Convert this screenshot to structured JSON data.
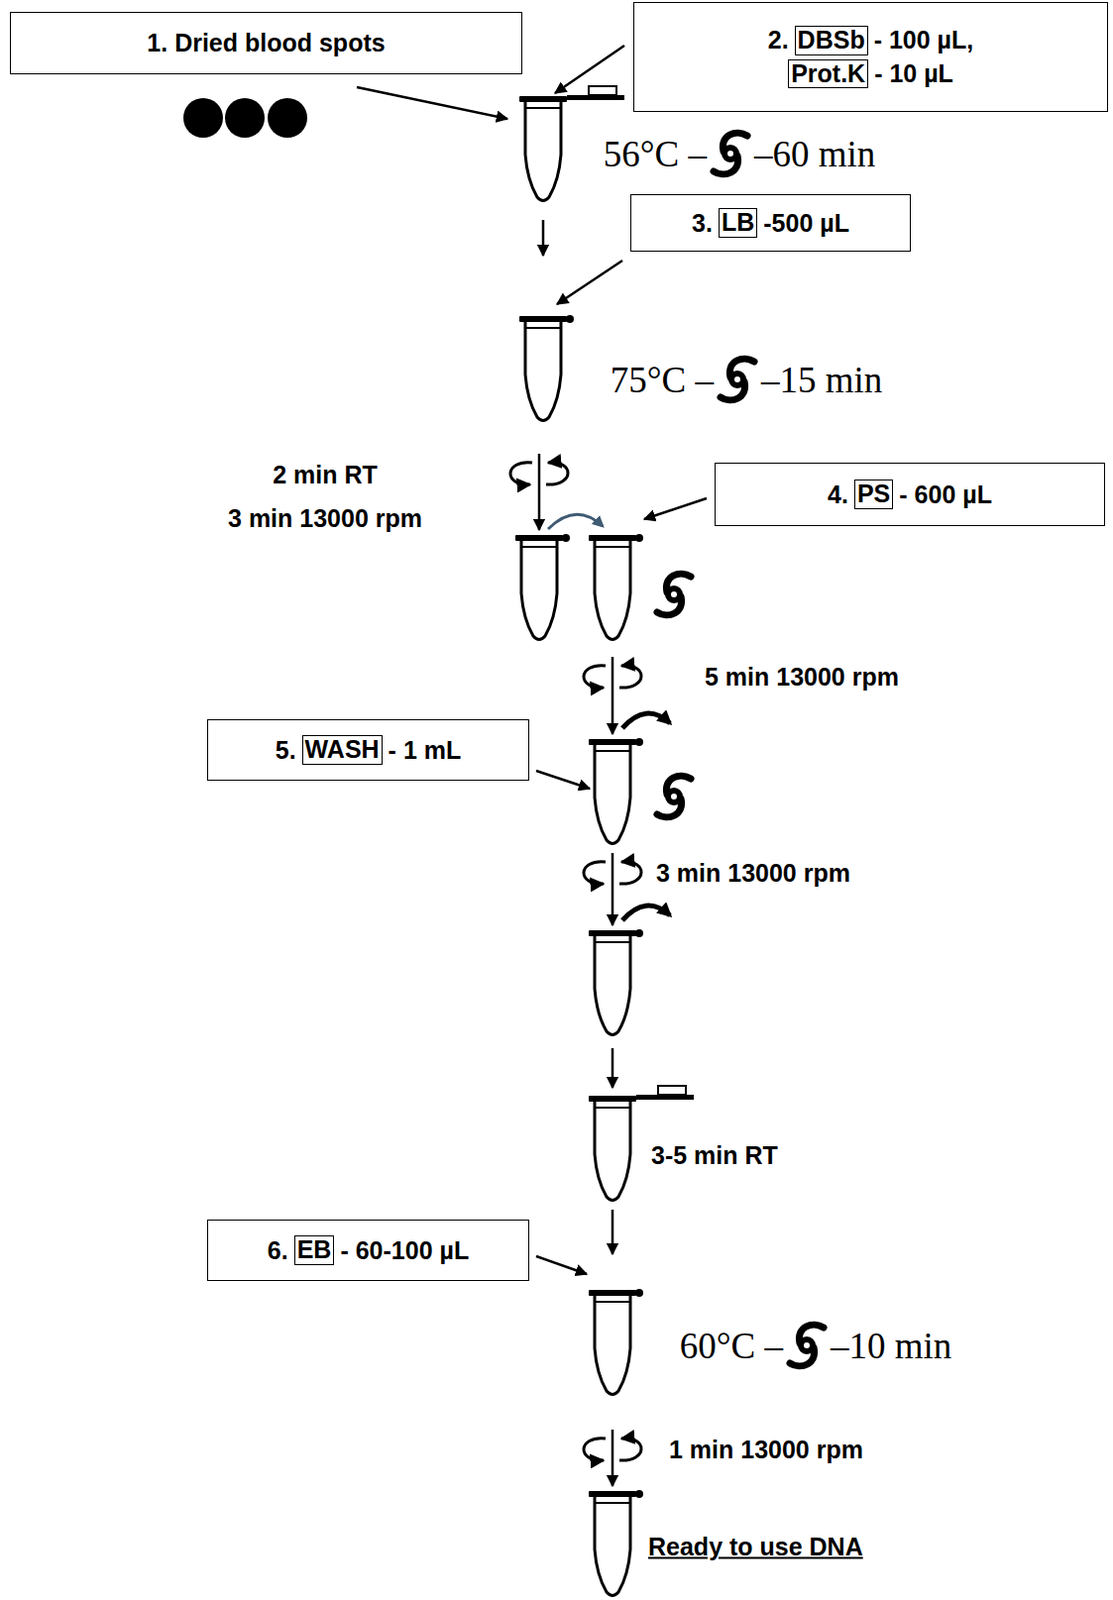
{
  "diagram": {
    "nodes": [
      {
        "text": [
          "1. Dried blood spots"
        ]
      },
      {
        "text": [
          "2.",
          "- 100 µL,",
          "- 10 µL"
        ]
      },
      {
        "text": [
          "DBSb"
        ],
        "in": 1
      },
      {
        "text": [
          "Prot.K"
        ],
        "in": 1
      },
      {
        "text": [
          "3.",
          "-500 µL"
        ]
      },
      {
        "text": [
          "LB"
        ],
        "in": 4
      },
      {
        "text": [
          "4.",
          "- 600 µL"
        ]
      },
      {
        "text": [
          "PS"
        ],
        "in": 6
      },
      {
        "text": [
          "5.",
          "- 1 mL"
        ]
      },
      {
        "text": [
          "WASH"
        ],
        "in": 8
      },
      {
        "text": [
          "6.",
          "- 60-100 µL"
        ]
      },
      {
        "text": [
          "EB"
        ],
        "in": 10
      }
    ],
    "labels": [
      "56°C –",
      "–60 min",
      "75°C –",
      "–15 min",
      "2 min RT",
      "3 min 13000 rpm",
      "5 min 13000 rpm",
      "3 min 13000 rpm",
      "3-5 min RT",
      "60°C –",
      "–10 min",
      "1 min 13000 rpm",
      "Ready to use DNA"
    ]
  }
}
